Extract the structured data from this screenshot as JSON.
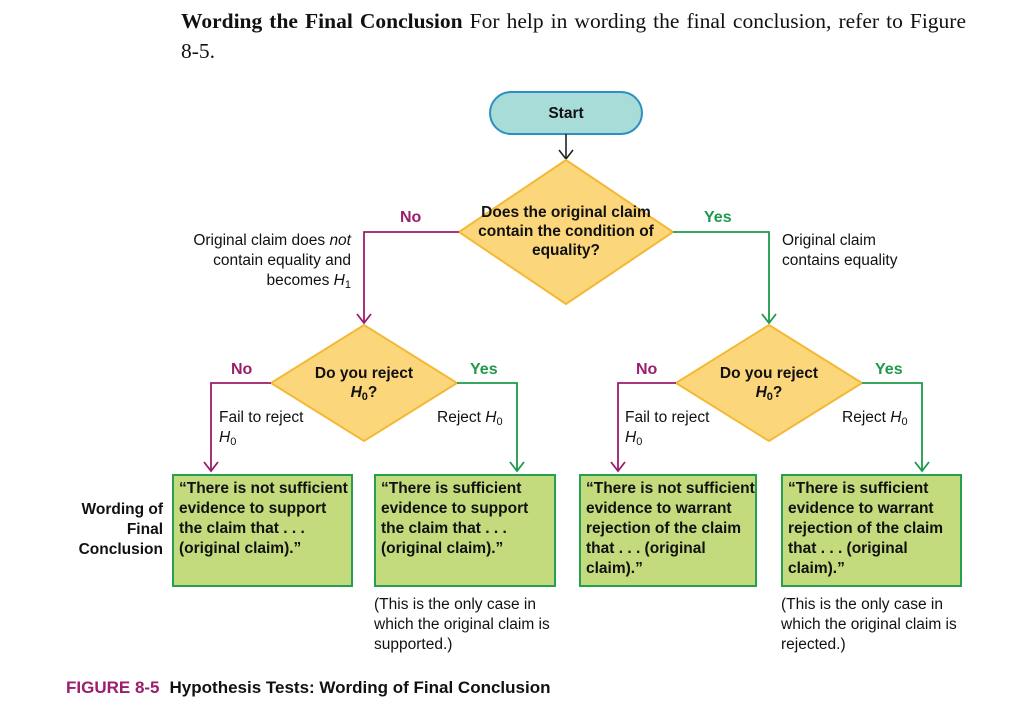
{
  "intro": {
    "heading": "Wording the Final Conclusion",
    "text": "For help in wording the final conclusion, refer to Figure 8-5."
  },
  "flowchart": {
    "start": "Start",
    "decision_equality": "Does the original claim contain the condition of equality?",
    "branch_no": "No",
    "branch_yes": "Yes",
    "left_note": {
      "pre": "Original claim does ",
      "not": "not",
      "mid": " contain equality and becomes ",
      "var": "H",
      "sub": "1"
    },
    "right_note": "Original claim contains equality",
    "decision_reject": {
      "text": "Do you reject ",
      "var": "H",
      "sub": "0",
      "end": "?"
    },
    "fail_to_reject": {
      "text": "Fail to reject ",
      "var": "H",
      "sub": "0"
    },
    "reject": {
      "text": "Reject ",
      "var": "H",
      "sub": "0"
    },
    "side_label": "Wording of Final Conclusion",
    "conclusions": [
      "“There is not sufficient evidence to support the claim that . . . (original claim).”",
      "“There is sufficient evidence to support the claim that . . . (original claim).”",
      "“There is not sufficient evidence to warrant rejection of the claim that . . . (original claim).”",
      "“There is sufficient evidence to warrant rejection of the claim that . . . (original claim).”"
    ],
    "note_supported": "(This is the only case in which the original claim is supported.)",
    "note_rejected": "(This is the only case in which the original claim is rejected.)"
  },
  "caption": {
    "number": "FIGURE 8-5",
    "title": "Hypothesis Tests: Wording of Final Conclusion"
  },
  "colors": {
    "start_fill": "#a8dcd8",
    "start_stroke": "#2b8fc1",
    "diamond_fill": "#fcd67a",
    "diamond_stroke": "#f3b935",
    "box_fill": "#c3db7c",
    "box_stroke": "#26a050",
    "no_line": "#9b1d6b",
    "yes_line": "#1e9a4a"
  }
}
